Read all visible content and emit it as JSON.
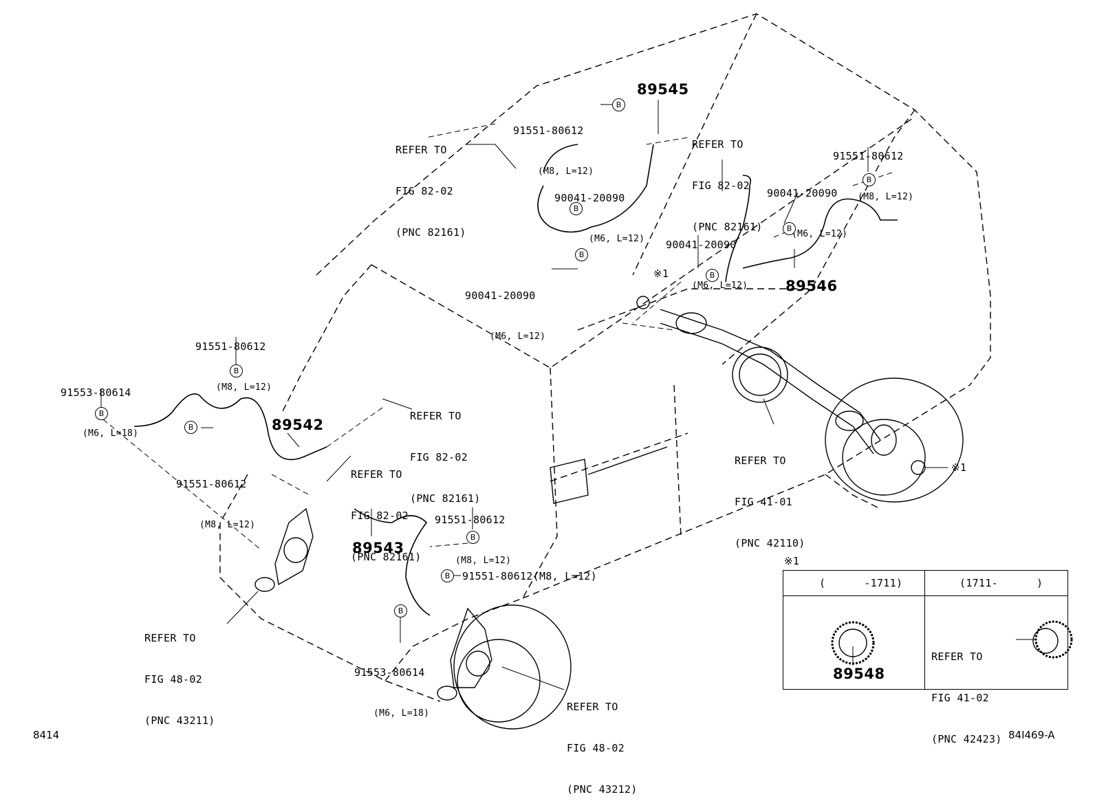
{
  "callouts": {
    "c_91551_top": {
      "code": "91551-80612",
      "spec": "(M8, L=12)"
    },
    "c_89545": {
      "code": "89545"
    },
    "c_refer_top_left": {
      "line1": "REFER TO",
      "line2": "FIG 82-02",
      "line3": "(PNC 82161)"
    },
    "c_90041_a": {
      "code": "90041-20090",
      "spec": "(M6, L=12)"
    },
    "c_90041_b": {
      "code": "90041-20090",
      "spec": "(M6, L=12)"
    },
    "c_refer_top_right": {
      "line1": "REFER TO",
      "line2": "FIG 82-02",
      "line3": "(PNC 82161)"
    },
    "c_90041_c": {
      "code": "90041-20090",
      "spec": "(M6, L=12)"
    },
    "c_90041_d": {
      "code": "90041-20090",
      "spec": "(M6, L=12)"
    },
    "c_91551_right": {
      "code": "91551-80612",
      "spec": "(M8, L=12)"
    },
    "c_89546": {
      "code": "89546"
    },
    "c_star1_top": {
      "text": "※1"
    },
    "c_91551_left_top": {
      "code": "91551-80612",
      "spec": "(M8, L=12)"
    },
    "c_91553_left": {
      "code": "91553-80614",
      "spec": "(M6, L=18)"
    },
    "c_refer_mid": {
      "line1": "REFER TO",
      "line2": "FIG 82-02",
      "line3": "(PNC 82161)"
    },
    "c_89542": {
      "code": "89542"
    },
    "c_91551_left_bot": {
      "code": "91551-80612",
      "spec": "(M8, L=12)"
    },
    "c_refer_mid2": {
      "line1": "REFER TO",
      "line2": "FIG 82-02",
      "line3": "(PNC 82161)"
    },
    "c_refer_axle": {
      "line1": "REFER TO",
      "line2": "FIG 41-01",
      "line3": "(PNC 42110)"
    },
    "c_star1_right": {
      "text": "※1"
    },
    "c_91551_mid": {
      "code": "91551-80612",
      "spec": "(M8, L=12)"
    },
    "c_89543": {
      "code": "89543"
    },
    "c_91551_inline": {
      "text": "91551-80612(M8, L=12)"
    },
    "c_refer_knuckle_l": {
      "line1": "REFER TO",
      "line2": "FIG 48-02",
      "line3": "(PNC 43211)"
    },
    "c_91553_bot": {
      "code": "91553-80614",
      "spec": "(M6, L=18)"
    },
    "c_refer_knuckle_r": {
      "line1": "REFER TO",
      "line2": "FIG 48-02",
      "line3": "(PNC 43212)"
    }
  },
  "inset": {
    "star": "※1",
    "col1_header": "(      -1711)",
    "col2_header": "(1711-      )",
    "part_number": "89548",
    "refer": {
      "line1": "REFER TO",
      "line2": "FIG 41-02",
      "line3": "(PNC 42423)"
    }
  },
  "bolt_mark": "B",
  "footer": {
    "left": "8414",
    "right": "84I469-A"
  }
}
